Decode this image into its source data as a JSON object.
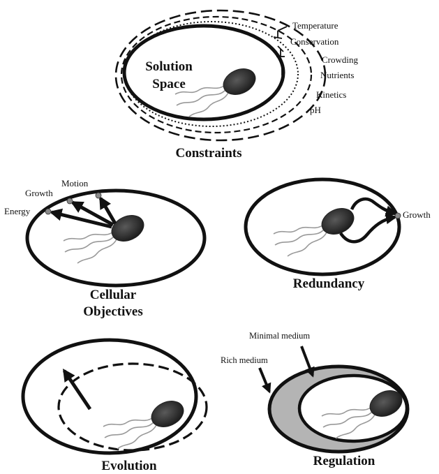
{
  "constraints_panel": {
    "center_label_line1": "Solution",
    "center_label_line2": "Space",
    "title": "Constraints",
    "constraint_labels": [
      "Temperature",
      "Conservation",
      "Crowding",
      "Nutrients",
      "Kinetics",
      "pH"
    ]
  },
  "objectives_panel": {
    "title_line1": "Cellular",
    "title_line2": "Objectives",
    "labels": [
      "Motion",
      "Growth",
      "Energy"
    ]
  },
  "redundancy_panel": {
    "title": "Redundancy",
    "label": "Growth"
  },
  "evolution_panel": {
    "title": "Evolution"
  },
  "regulation_panel": {
    "title": "Regulation",
    "minimal_label": "Minimal medium",
    "rich_label": "Rich medium"
  },
  "colors": {
    "line": "#111111",
    "bacterium": "#3a3a3a",
    "shaded_region": "#b4b4b4",
    "point": "#8a8a8a"
  }
}
